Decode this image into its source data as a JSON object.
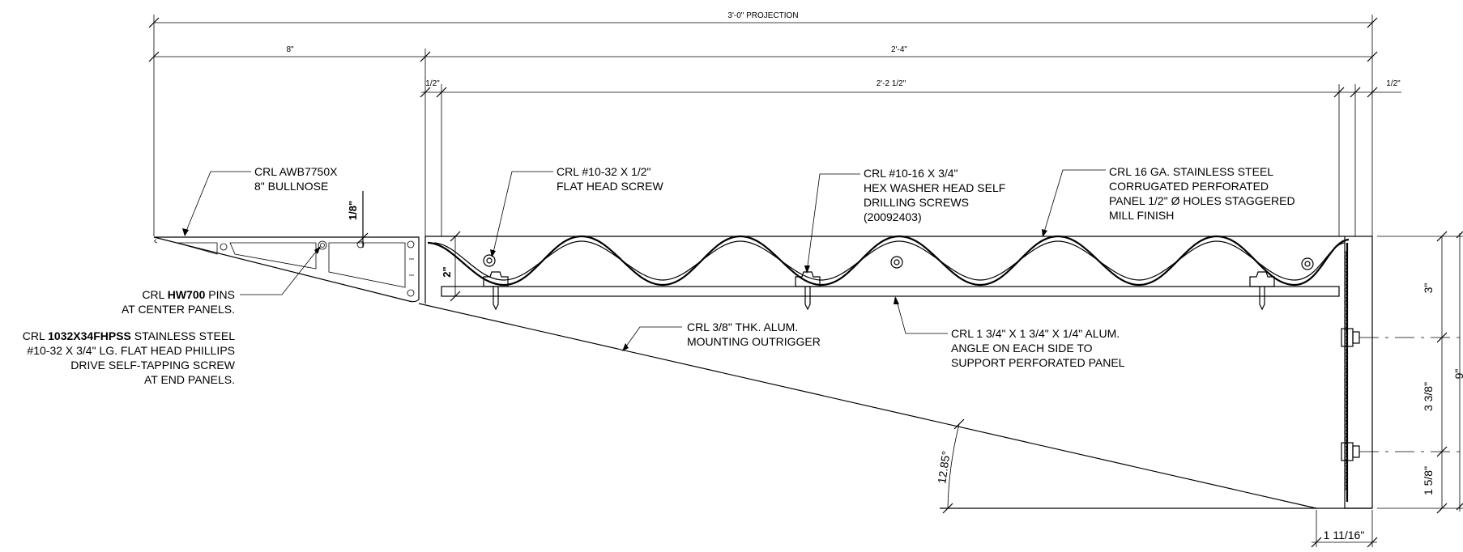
{
  "dimensions": {
    "projection": "3'-0\" PROJECTION",
    "bullnose_width": "8\"",
    "panel_span": "2'-4\"",
    "half_inch_left": "1/2\"",
    "inner_span": "2'-2 1/2\"",
    "half_inch_right": "1/2\"",
    "eighth_inch": "1/8\"",
    "two_inch": "2\"",
    "three_inch": "3\"",
    "three_three_eighths": "3 3/8\"",
    "one_five_eighths": "1 5/8\"",
    "nine_inch": "9\"",
    "eleven_sixteenths": "1 11/16\"",
    "angle": "12.85°"
  },
  "callouts": {
    "bullnose": [
      "CRL AWB7750X",
      "8\" BULLNOSE"
    ],
    "flat_head_screw": [
      "CRL #10-32 X 1/2\"",
      "FLAT HEAD SCREW"
    ],
    "hex_washer": [
      "CRL #10-16 X 3/4\"",
      "HEX WASHER HEAD SELF",
      "DRILLING SCREWS",
      "(20092403)"
    ],
    "perforated_panel": [
      "CRL 16 GA. STAINLESS STEEL",
      "CORRUGATED PERFORATED",
      "PANEL 1/2\" Ø HOLES STAGGERED",
      "MILL FINISH"
    ],
    "pins": {
      "prefix": "CRL ",
      "code": "HW700",
      "suffix": " PINS",
      "line2": "AT CENTER PANELS."
    },
    "self_tapping": {
      "prefix": "CRL ",
      "code": "1032X34FHPSS",
      "suffix": " STAINLESS STEEL",
      "line2": "#10-32 X 3/4\" LG. FLAT HEAD PHILLIPS",
      "line3": "DRIVE SELF-TAPPING SCREW",
      "line4": "AT END PANELS."
    },
    "outrigger": [
      "CRL 3/8\" THK. ALUM.",
      "MOUNTING OUTRIGGER"
    ],
    "angle_support": [
      "CRL 1 3/4\" X 1 3/4\" X 1/4\" ALUM.",
      "ANGLE ON EACH SIDE TO",
      "SUPPORT  PERFORATED PANEL"
    ]
  }
}
